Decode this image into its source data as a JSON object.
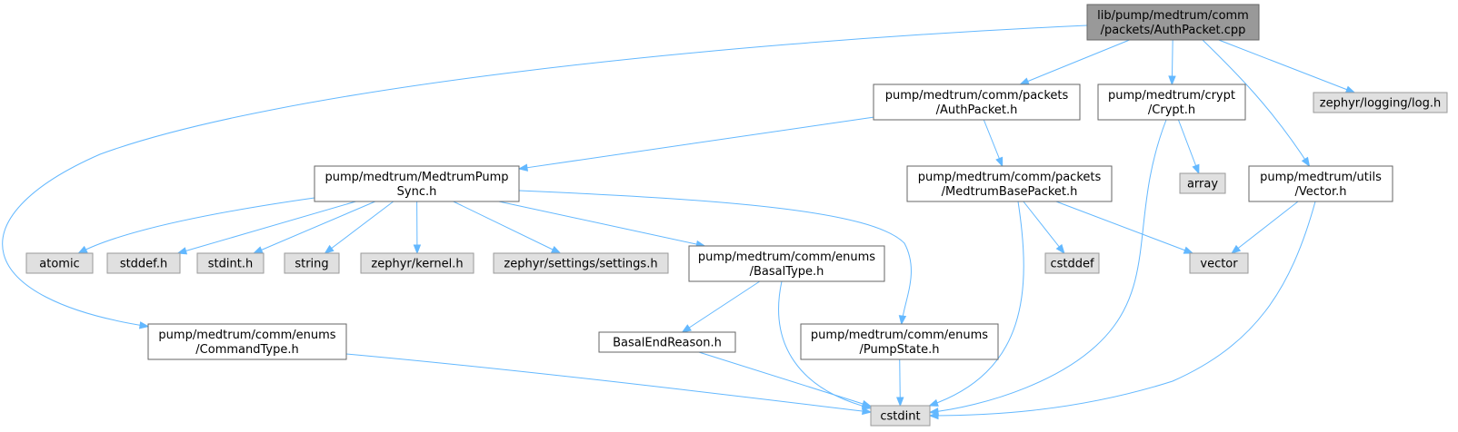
{
  "colors": {
    "edge": "#63b8ff",
    "main_fill": "#999999",
    "file_fill": "#ffffff",
    "system_fill": "#e0e0e0",
    "border": "#666666"
  },
  "nodes": [
    {
      "id": "authpacket-cpp",
      "kind": "main",
      "lines": [
        "lib/pump/medtrum/comm",
        "/packets/AuthPacket.cpp"
      ]
    },
    {
      "id": "authpacket-h",
      "kind": "file",
      "lines": [
        "pump/medtrum/comm/packets",
        "/AuthPacket.h"
      ]
    },
    {
      "id": "crypt-h",
      "kind": "file",
      "lines": [
        "pump/medtrum/crypt",
        "/Crypt.h"
      ]
    },
    {
      "id": "log-h",
      "kind": "sys",
      "lines": [
        "zephyr/logging/log.h"
      ]
    },
    {
      "id": "pumpsync-h",
      "kind": "file",
      "lines": [
        "pump/medtrum/MedtrumPump",
        "Sync.h"
      ]
    },
    {
      "id": "basepacket-h",
      "kind": "file",
      "lines": [
        "pump/medtrum/comm/packets",
        "/MedtrumBasePacket.h"
      ]
    },
    {
      "id": "array",
      "kind": "sys",
      "lines": [
        "array"
      ]
    },
    {
      "id": "vector-h",
      "kind": "file",
      "lines": [
        "pump/medtrum/utils",
        "/Vector.h"
      ]
    },
    {
      "id": "atomic",
      "kind": "sys",
      "lines": [
        "atomic"
      ]
    },
    {
      "id": "stddef-h",
      "kind": "sys",
      "lines": [
        "stddef.h"
      ]
    },
    {
      "id": "stdint-h",
      "kind": "sys",
      "lines": [
        "stdint.h"
      ]
    },
    {
      "id": "string",
      "kind": "sys",
      "lines": [
        "string"
      ]
    },
    {
      "id": "kernel-h",
      "kind": "sys",
      "lines": [
        "zephyr/kernel.h"
      ]
    },
    {
      "id": "settings-h",
      "kind": "sys",
      "lines": [
        "zephyr/settings/settings.h"
      ]
    },
    {
      "id": "basaltype-h",
      "kind": "file",
      "lines": [
        "pump/medtrum/comm/enums",
        "/BasalType.h"
      ]
    },
    {
      "id": "cstddef",
      "kind": "sys",
      "lines": [
        "cstddef"
      ]
    },
    {
      "id": "vector",
      "kind": "sys",
      "lines": [
        "vector"
      ]
    },
    {
      "id": "commandtype-h",
      "kind": "file",
      "lines": [
        "pump/medtrum/comm/enums",
        "/CommandType.h"
      ]
    },
    {
      "id": "basalendreason-h",
      "kind": "file",
      "lines": [
        "BasalEndReason.h"
      ]
    },
    {
      "id": "pumpstate-h",
      "kind": "file",
      "lines": [
        "pump/medtrum/comm/enums",
        "/PumpState.h"
      ]
    },
    {
      "id": "cstdint",
      "kind": "sys",
      "lines": [
        "cstdint"
      ]
    }
  ],
  "edges": [
    [
      "authpacket-cpp",
      "authpacket-h"
    ],
    [
      "authpacket-cpp",
      "crypt-h"
    ],
    [
      "authpacket-cpp",
      "log-h"
    ],
    [
      "authpacket-cpp",
      "vector-h"
    ],
    [
      "authpacket-cpp",
      "commandtype-h"
    ],
    [
      "authpacket-h",
      "pumpsync-h"
    ],
    [
      "authpacket-h",
      "basepacket-h"
    ],
    [
      "crypt-h",
      "array"
    ],
    [
      "crypt-h",
      "cstdint"
    ],
    [
      "pumpsync-h",
      "atomic"
    ],
    [
      "pumpsync-h",
      "stddef-h"
    ],
    [
      "pumpsync-h",
      "stdint-h"
    ],
    [
      "pumpsync-h",
      "string"
    ],
    [
      "pumpsync-h",
      "kernel-h"
    ],
    [
      "pumpsync-h",
      "settings-h"
    ],
    [
      "pumpsync-h",
      "basaltype-h"
    ],
    [
      "pumpsync-h",
      "pumpstate-h"
    ],
    [
      "basepacket-h",
      "cstddef"
    ],
    [
      "basepacket-h",
      "vector"
    ],
    [
      "basepacket-h",
      "cstdint"
    ],
    [
      "vector-h",
      "vector"
    ],
    [
      "vector-h",
      "cstdint"
    ],
    [
      "basaltype-h",
      "basalendreason-h"
    ],
    [
      "basaltype-h",
      "cstdint"
    ],
    [
      "commandtype-h",
      "cstdint"
    ],
    [
      "basalendreason-h",
      "cstdint"
    ],
    [
      "pumpstate-h",
      "cstdint"
    ]
  ]
}
